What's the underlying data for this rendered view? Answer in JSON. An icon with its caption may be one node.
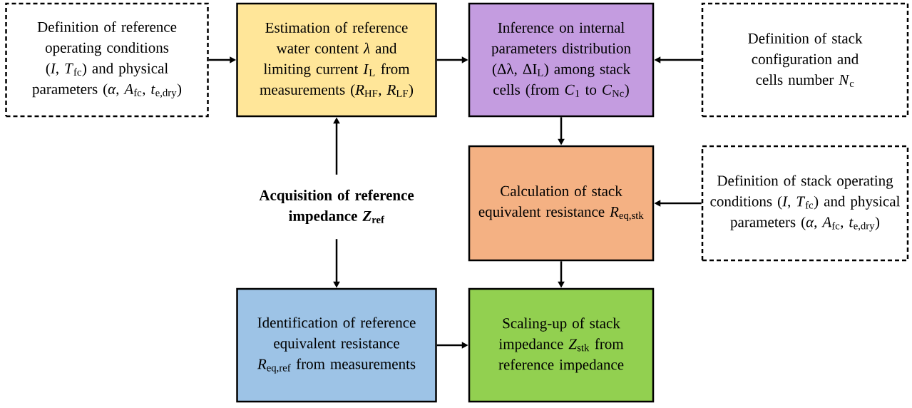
{
  "diagram": {
    "nodes": [
      {
        "text": [
          "Definition of reference operating conditions (*I*, *T*$_{fc}$) and physical parameters (*α*, *A*$_{fc}$, *t*$_{e,dry}$)"
        ]
      },
      {
        "text": [
          "Estimation of reference water content *λ* and limiting current *I*$_{L}$ from measurements (*R*$_{HF}$, *R*$_{LF}$)"
        ]
      },
      {
        "text": [
          "Inference on internal parameters distribution (Δλ, ΔI$_{L}$) among stack cells (from *C*$_{1}$ to *C*$_{Nc}$)"
        ]
      },
      {
        "text": [
          "Definition of stack configuration and cells number *N*$_{c}$"
        ]
      },
      {
        "text": [
          "Calculation of stack equivalent resistance *R*$_{eq,stk}$"
        ]
      },
      {
        "text": [
          "Definition of stack operating conditions (*I*, *T*$_{fc}$) and physical parameters (*α*, *A*$_{fc}$, *t*$_{e,dry}$)"
        ]
      },
      {
        "text": [
          "Acquisition of reference impedance *Z*$_{ref}$"
        ]
      },
      {
        "text": [
          "Identification of reference equivalent resistance *R*$_{eq,ref}$ from measurements"
        ]
      },
      {
        "text": [
          "Scaling-up of stack impedance *Z*$_{stk}$ from reference impedance"
        ]
      }
    ],
    "edges": [
      {
        "from": 0,
        "to": 1,
        "arrow": "to"
      },
      {
        "from": 1,
        "to": 2,
        "arrow": "to"
      },
      {
        "from": 3,
        "to": 2,
        "arrow": "to"
      },
      {
        "from": 2,
        "to": 4,
        "arrow": "to"
      },
      {
        "from": 5,
        "to": 4,
        "arrow": "to"
      },
      {
        "from": 4,
        "to": 8,
        "arrow": "to"
      },
      {
        "from": 6,
        "to": 1,
        "arrow": "to"
      },
      {
        "from": 6,
        "to": 7,
        "arrow": "to"
      },
      {
        "from": 7,
        "to": 8,
        "arrow": "to"
      }
    ]
  }
}
